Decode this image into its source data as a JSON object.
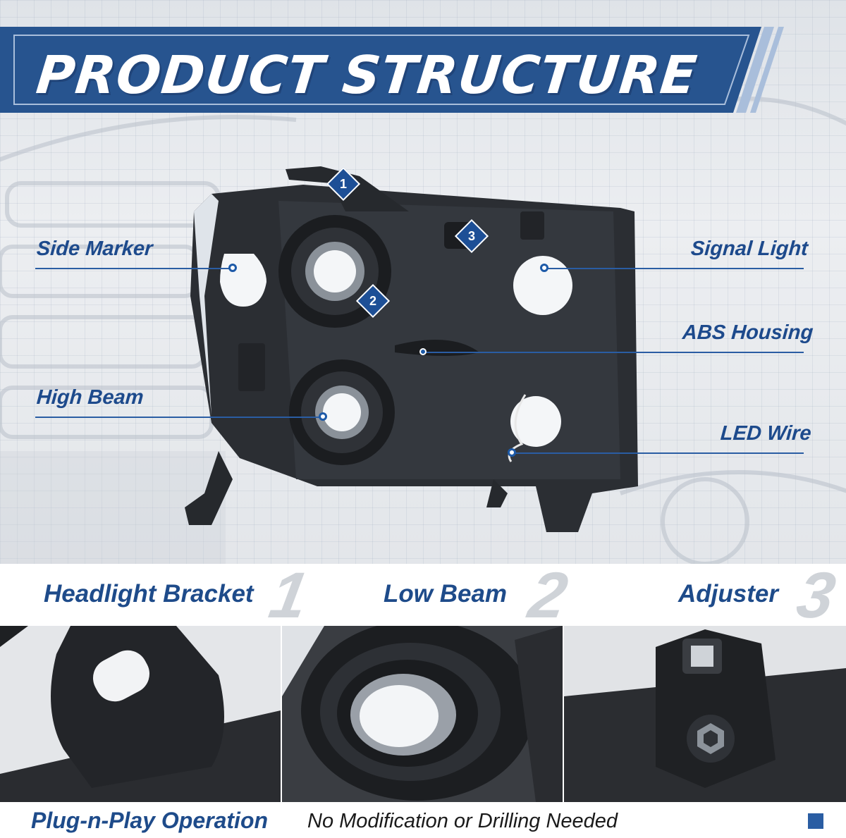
{
  "title": "PRODUCT STRUCTURE",
  "colors": {
    "brand_blue": "#1d4a8c",
    "banner_blue": "#27548f",
    "accent_light": "#a9bedb",
    "number_gray": "#cfd3d8"
  },
  "badges": {
    "one": "1",
    "two": "2",
    "three": "3"
  },
  "callouts": {
    "side_marker": "Side Marker",
    "high_beam": "High Beam",
    "signal_light": "Signal Light",
    "abs_housing": "ABS Housing",
    "led_wire": "LED Wire"
  },
  "details": [
    {
      "title": "Headlight Bracket",
      "number": "1"
    },
    {
      "title": "Low Beam",
      "number": "2"
    },
    {
      "title": "Adjuster",
      "number": "3"
    }
  ],
  "footer": {
    "strong": "Plug-n-Play Operation",
    "text": "No Modification or Drilling Needed"
  }
}
